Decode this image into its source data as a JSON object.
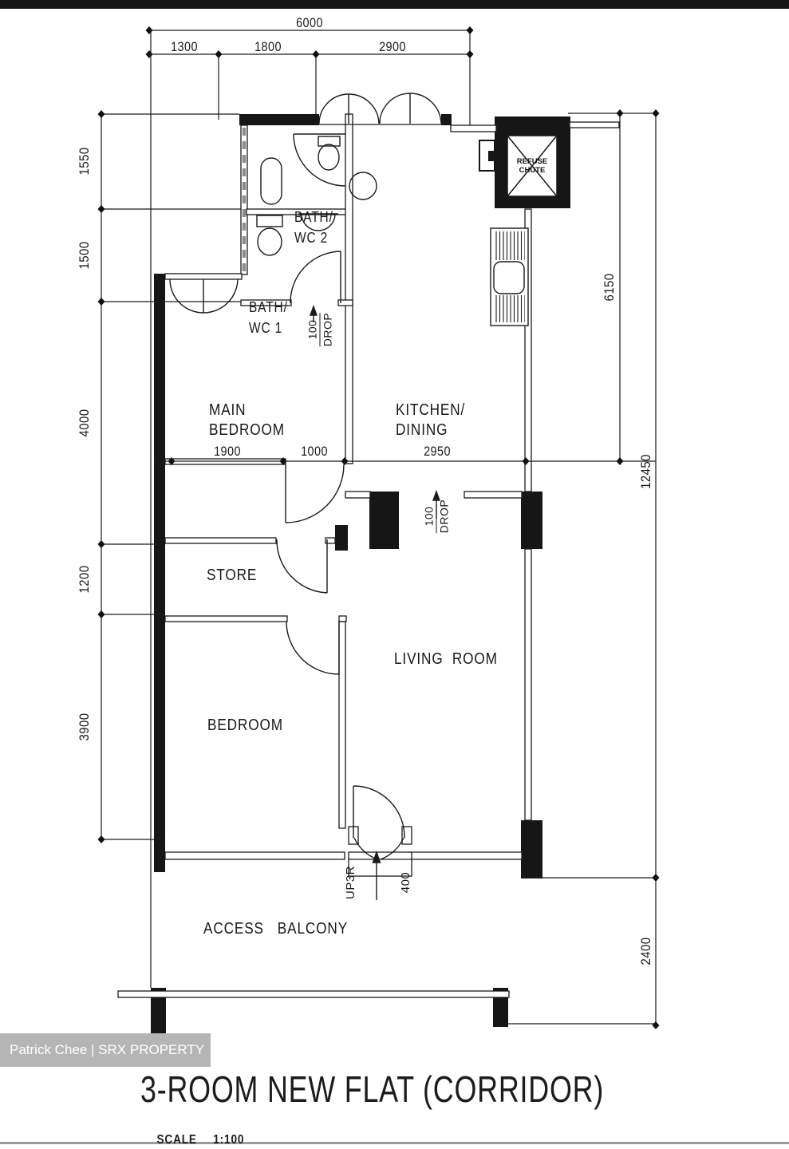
{
  "title": {
    "text": "3-ROOM NEW FLAT (CORRIDOR)",
    "scale_label": "SCALE",
    "scale_value": "1:100"
  },
  "watermark": {
    "text": "Patrick Chee | SRX PROPERTY"
  },
  "rooms": {
    "bath_wc_2": [
      "BATH/",
      "WC 2"
    ],
    "bath_wc_1": [
      "BATH/",
      "WC 1"
    ],
    "main_bedroom": [
      "MAIN",
      "BEDROOM"
    ],
    "kitchen_dining": [
      "KITCHEN/",
      "DINING"
    ],
    "store": "STORE",
    "living_room": "LIVING  ROOM",
    "bedroom": "BEDROOM",
    "access_balcony": "ACCESS   BALCONY",
    "refuse_chute": [
      "REFUSE",
      "CHUTE"
    ]
  },
  "dimensions": {
    "top_total": "6000",
    "top_segments": [
      "1300",
      "1800",
      "2900"
    ],
    "left": [
      "1550",
      "1500",
      "4000",
      "1200",
      "3900"
    ],
    "right": [
      "6150",
      "12450",
      "2400"
    ],
    "interior": [
      "1900",
      "1000",
      "2950"
    ]
  },
  "annotations": {
    "drop_bath": [
      "100",
      "DROP"
    ],
    "drop_kitchen": [
      "100",
      "DROP"
    ],
    "entrance_steps": [
      "UP3R",
      "400"
    ]
  },
  "colors": {
    "ink": "#1a1a1a",
    "top_bar": "#141414",
    "bottom_bar": "#9c9c9c",
    "watermark_bg": "#b2b2b2",
    "watermark_text": "#ffffff"
  }
}
